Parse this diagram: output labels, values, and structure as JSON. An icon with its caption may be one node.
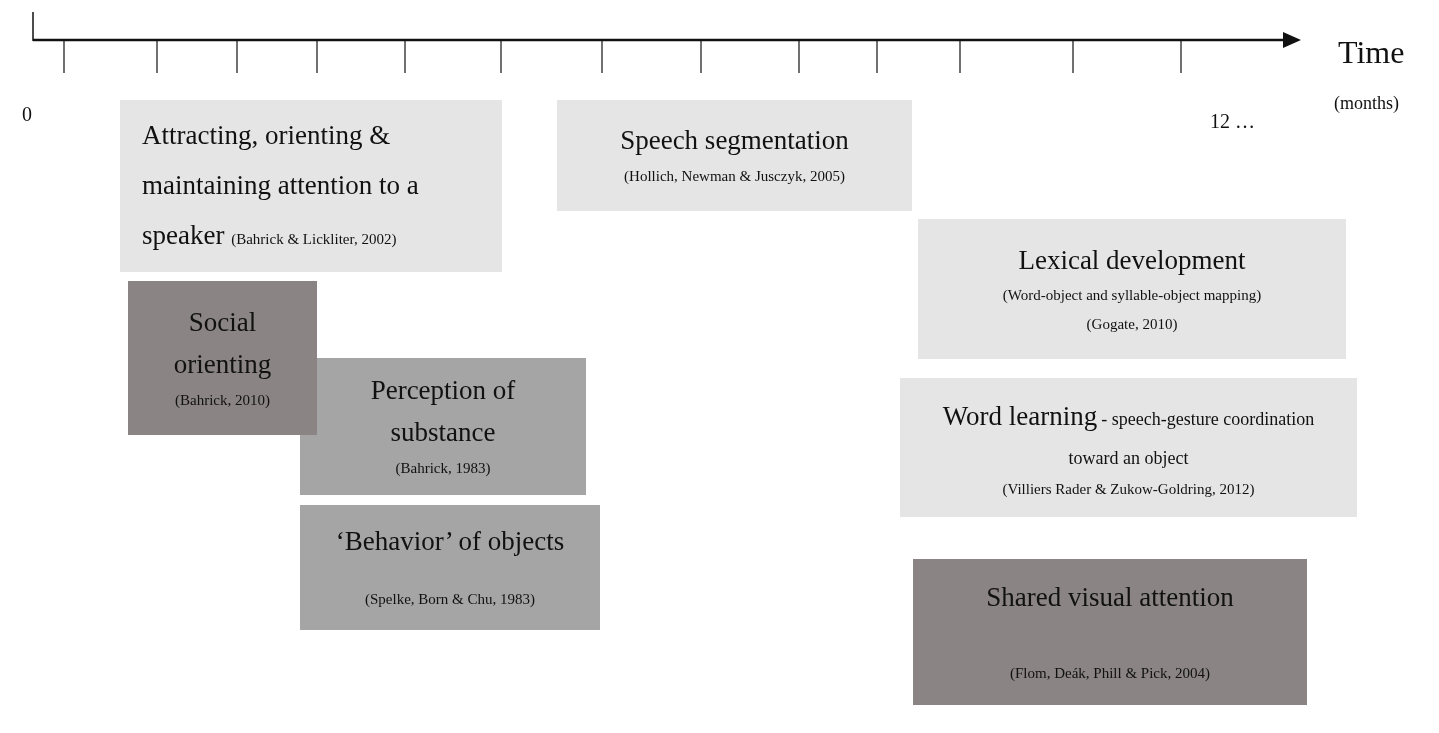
{
  "diagram": {
    "nodes": [
      {
        "text": [
          "Attracting, orienting & maintaining attention to a speaker",
          "(Bahrick & Lickliter, 2002)"
        ]
      },
      {
        "text": [
          "Speech segmentation",
          "(Hollich, Newman & Jusczyk, 2005)"
        ]
      },
      {
        "text": [
          "Lexical development",
          "(Word-object and syllable-object mapping)",
          "(Gogate, 2010)"
        ]
      },
      {
        "text": [
          "Social orienting",
          "(Bahrick, 2010)"
        ]
      },
      {
        "text": [
          "Perception of substance",
          "(Bahrick, 1983)"
        ]
      },
      {
        "text": [
          "Word learning",
          "- speech-gesture coordination toward an object",
          "(Villiers Rader & Zukow-Goldring, 2012)"
        ]
      },
      {
        "text": [
          "‘Behavior’ of objects",
          "(Spelke, Born & Chu, 1983)"
        ]
      },
      {
        "text": [
          "Shared visual attention",
          "(Flom, Deák, Phill & Pick, 2004)"
        ]
      }
    ],
    "labels": [
      "Time",
      "0",
      "(months)",
      "12 …"
    ]
  }
}
